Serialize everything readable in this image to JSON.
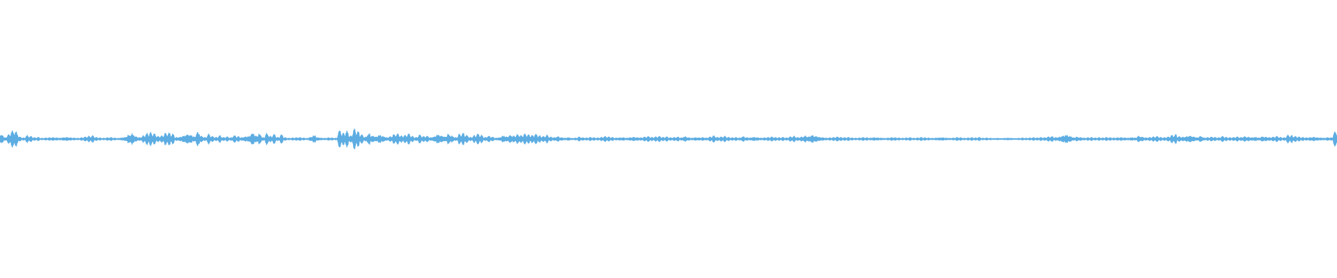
{
  "waveform": {
    "color": "#5DADE2",
    "background": "#ffffff",
    "amplitudes": [
      0.18,
      0.06,
      0.2,
      0.35,
      0.3,
      0.08,
      0.04,
      0.12,
      0.1,
      0.05,
      0.06,
      0.03,
      0.04,
      0.05,
      0.06,
      0.05,
      0.04,
      0.06,
      0.07,
      0.05,
      0.04,
      0.03,
      0.05,
      0.08,
      0.1,
      0.12,
      0.06,
      0.04,
      0.03,
      0.05,
      0.06,
      0.04,
      0.03,
      0.05,
      0.08,
      0.18,
      0.22,
      0.1,
      0.06,
      0.12,
      0.22,
      0.24,
      0.2,
      0.1,
      0.12,
      0.22,
      0.24,
      0.2,
      0.06,
      0.08,
      0.14,
      0.2,
      0.18,
      0.1,
      0.3,
      0.12,
      0.06,
      0.18,
      0.1,
      0.06,
      0.12,
      0.06,
      0.08,
      0.05,
      0.14,
      0.1,
      0.06,
      0.1,
      0.12,
      0.26,
      0.14,
      0.2,
      0.06,
      0.22,
      0.1,
      0.18,
      0.06,
      0.16,
      0.05,
      0.03,
      0.04,
      0.05,
      0.06,
      0.04,
      0.03,
      0.08,
      0.16,
      0.06,
      0.04,
      0.03,
      0.05,
      0.04,
      0.03,
      0.34,
      0.22,
      0.3,
      0.12,
      0.4,
      0.3,
      0.18,
      0.08,
      0.22,
      0.14,
      0.1,
      0.18,
      0.12,
      0.06,
      0.1,
      0.18,
      0.2,
      0.12,
      0.14,
      0.2,
      0.1,
      0.06,
      0.16,
      0.1,
      0.12,
      0.06,
      0.1,
      0.2,
      0.14,
      0.1,
      0.2,
      0.12,
      0.06,
      0.18,
      0.22,
      0.14,
      0.06,
      0.12,
      0.2,
      0.14,
      0.06,
      0.12,
      0.08,
      0.04,
      0.06,
      0.14,
      0.1,
      0.16,
      0.12,
      0.18,
      0.14,
      0.2,
      0.16,
      0.14,
      0.18,
      0.12,
      0.1,
      0.14,
      0.08,
      0.06,
      0.1,
      0.06,
      0.04,
      0.06,
      0.03,
      0.04,
      0.08,
      0.05,
      0.04,
      0.06,
      0.05,
      0.04,
      0.06,
      0.1,
      0.08,
      0.06,
      0.04,
      0.05,
      0.06,
      0.04,
      0.06,
      0.08,
      0.06,
      0.05,
      0.08,
      0.1,
      0.06,
      0.08,
      0.1,
      0.06,
      0.08,
      0.05,
      0.06,
      0.08,
      0.05,
      0.1,
      0.06,
      0.04,
      0.06,
      0.05,
      0.06,
      0.04,
      0.08,
      0.12,
      0.06,
      0.08,
      0.1,
      0.06,
      0.05,
      0.06,
      0.04,
      0.1,
      0.06,
      0.05,
      0.08,
      0.06,
      0.04,
      0.05,
      0.06,
      0.08,
      0.06,
      0.05,
      0.06,
      0.04,
      0.08,
      0.1,
      0.06,
      0.08,
      0.12,
      0.1,
      0.16,
      0.12,
      0.08,
      0.06,
      0.04,
      0.05,
      0.06,
      0.08,
      0.06,
      0.05,
      0.06,
      0.04,
      0.03,
      0.04,
      0.06,
      0.05,
      0.04,
      0.06,
      0.05,
      0.04,
      0.03,
      0.04,
      0.06,
      0.05,
      0.04,
      0.03,
      0.04,
      0.05,
      0.03,
      0.04,
      0.06,
      0.05,
      0.04,
      0.03,
      0.04,
      0.05,
      0.06,
      0.04,
      0.03,
      0.04,
      0.06,
      0.05,
      0.03,
      0.04,
      0.05,
      0.04,
      0.06,
      0.03,
      0.04,
      0.03,
      0.02,
      0.03,
      0.02,
      0.03,
      0.04,
      0.03,
      0.02,
      0.03,
      0.04,
      0.03,
      0.04,
      0.05,
      0.04,
      0.06,
      0.05,
      0.08,
      0.1,
      0.06,
      0.08,
      0.14,
      0.18,
      0.12,
      0.06,
      0.08,
      0.06,
      0.04,
      0.05,
      0.06,
      0.04,
      0.05,
      0.04,
      0.06,
      0.05,
      0.04,
      0.05,
      0.06,
      0.05,
      0.04,
      0.06,
      0.05,
      0.12,
      0.08,
      0.05,
      0.06,
      0.08,
      0.1,
      0.06,
      0.05,
      0.08,
      0.14,
      0.16,
      0.1,
      0.08,
      0.1,
      0.14,
      0.1,
      0.06,
      0.12,
      0.05,
      0.06,
      0.08,
      0.06,
      0.05,
      0.1,
      0.06,
      0.05,
      0.06,
      0.08,
      0.06,
      0.1,
      0.08,
      0.06,
      0.08,
      0.05,
      0.1,
      0.08,
      0.06,
      0.08,
      0.1,
      0.06,
      0.05,
      0.14,
      0.12,
      0.1,
      0.08,
      0.06,
      0.05,
      0.06,
      0.08,
      0.06,
      0.05,
      0.04,
      0.06,
      0.05,
      0.3
    ]
  }
}
